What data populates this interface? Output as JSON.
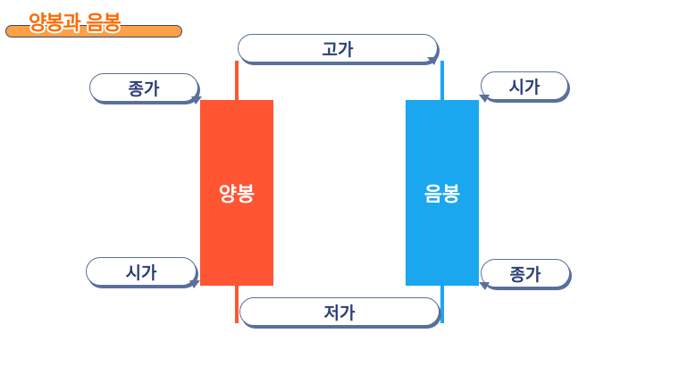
{
  "title": "양봉과 음봉",
  "labels": {
    "high": "고가",
    "low": "저가",
    "close_bull": "종가",
    "open_bull": "시가",
    "open_bear": "시가",
    "close_bear": "종가"
  },
  "candles": {
    "bull": {
      "name": "양봉",
      "color": "#ff5533"
    },
    "bear": {
      "name": "음봉",
      "color": "#1aa7f0"
    }
  },
  "colors": {
    "title": "#ff6a00",
    "title_bar": "#fda046",
    "label_text": "#2b3f73",
    "bubble_border": "#5a6f9c"
  }
}
